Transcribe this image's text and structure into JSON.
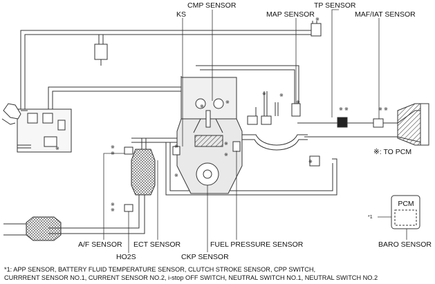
{
  "labels": {
    "cmp": "CMP SENSOR",
    "ks": "KS",
    "map": "MAP SENSOR",
    "tp": "TP SENSOR",
    "maf": "MAF/IAT SENSOR",
    "to_pcm": "※: TO PCM",
    "af": "A/F SENSOR",
    "ect": "ECT SENSOR",
    "fuel": "FUEL PRESSURE SENSOR",
    "ho2s": "HO2S",
    "ckp": "CKP SENSOR",
    "baro": "BARO SENSOR",
    "pcm": "PCM",
    "pcm_ref": "*1"
  },
  "footnote": {
    "line1": "*1: APP SENSOR, BATTERY FLUID TEMPERATURE SENSOR, CLUTCH STROKE SENSOR, CPP SWITCH,",
    "line2": "CURRRENT SENSOR NO.1, CURRENT SENSOR NO.2, i-stop OFF SWITCH, NEUTRAL SWITCH NO.1, NEUTRAL SWITCH NO.2"
  },
  "marker": "※"
}
